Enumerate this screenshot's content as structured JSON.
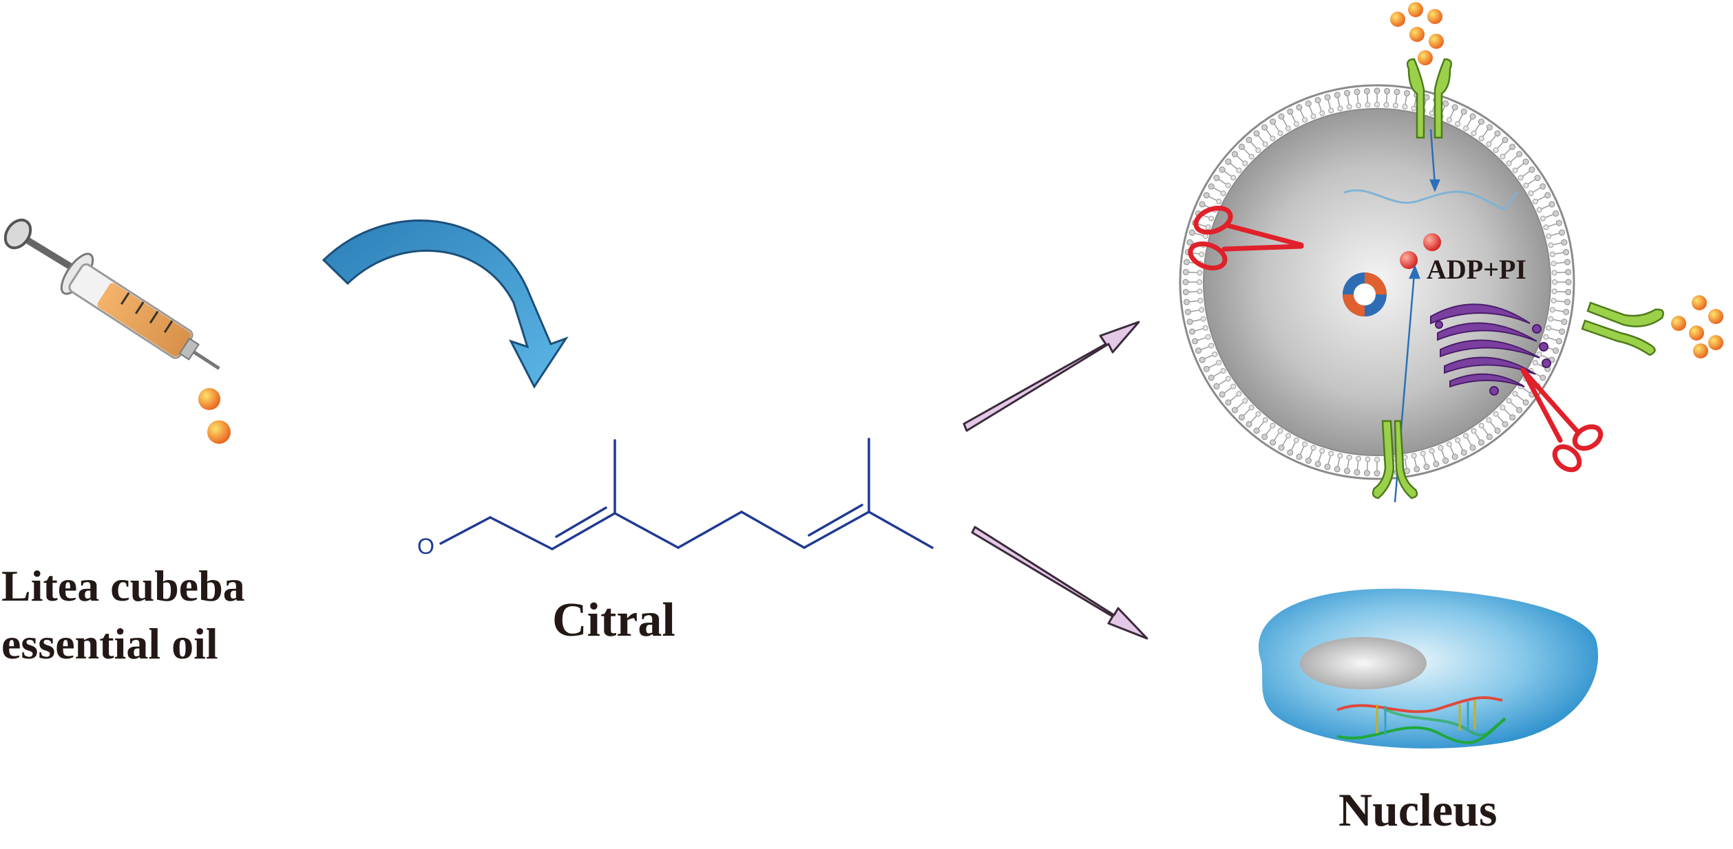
{
  "labels": {
    "oil_line1": "Litea cubeba",
    "oil_line2": "essential oil",
    "citral": "Citral",
    "nucleus": "Nucleus",
    "adp": "ADP+PI",
    "oxygen": "O"
  },
  "colors": {
    "text": "#231815",
    "molecule": "#1f3a93",
    "curved_arrow": "#3f96cf",
    "straight_arrow_fill": "#e3c9e6",
    "cell_gray": "#9a9a9a",
    "receptor_green": "#8cc63f",
    "scissors_red": "#e0202a",
    "golgi_purple": "#7b3fa0",
    "nucleus_blue": "#4aa6d8",
    "droplet_orange": "#f08a1c"
  }
}
